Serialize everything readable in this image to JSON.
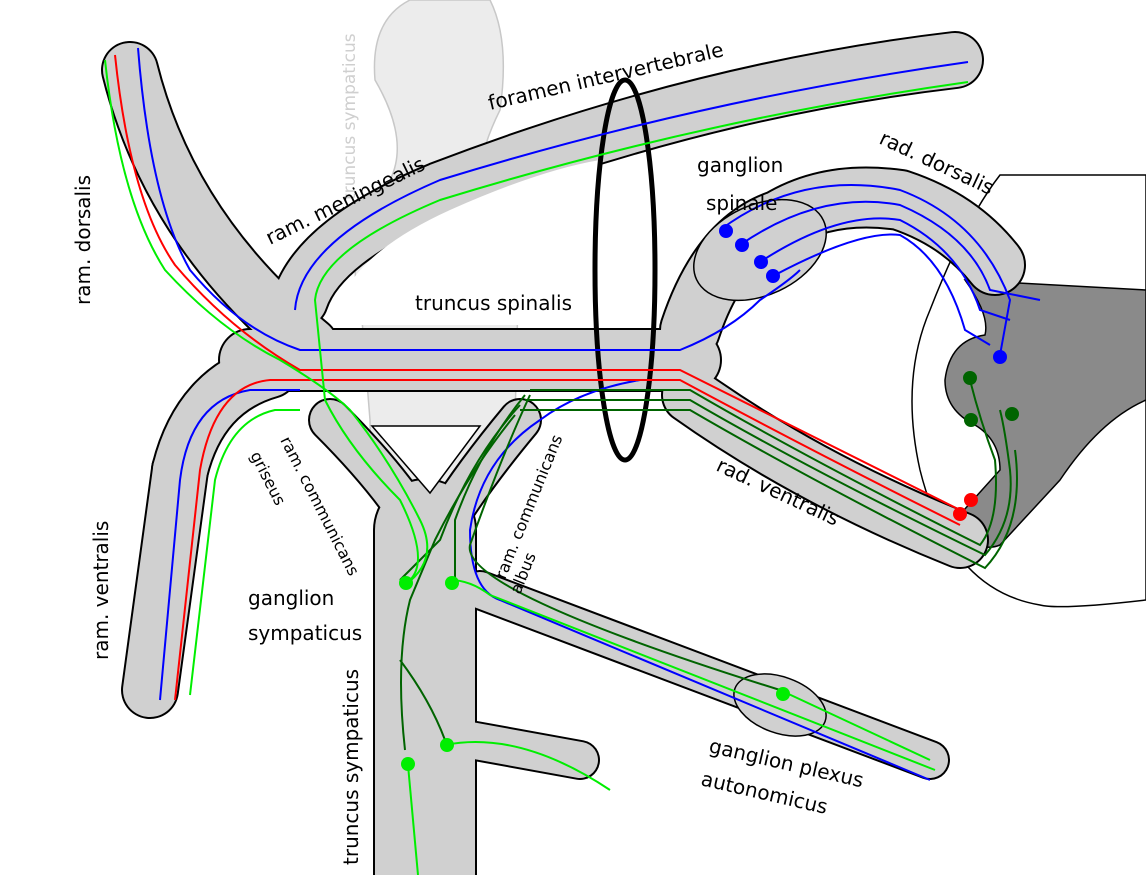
{
  "labels": {
    "foramen": "foramen intervertebrale",
    "ram_meningealis": "ram. meningealis",
    "ram_dorsalis": "ram. dorsalis",
    "ram_ventralis": "ram. ventralis",
    "truncus_spinalis": "truncus spinalis",
    "ganglion_spinale_1": "ganglion",
    "ganglion_spinale_2": "spinale",
    "rad_dorsalis": "rad. dorsalis",
    "rad_ventralis": "rad. ventralis",
    "ram_comm_griseus_1": "ram. communicans",
    "ram_comm_griseus_2": "griseus",
    "ram_comm_albus_1": "ram. communicans",
    "ram_comm_albus_2": "albus",
    "ganglion_sympaticus_1": "ganglion",
    "ganglion_sympaticus_2": "sympaticus",
    "truncus_sympaticus": "truncus sympaticus",
    "truncus_sympaticus_ghost": "truncus sympaticus",
    "ganglion_plexus_1": "ganglion plexus",
    "ganglion_plexus_2": "autonomicus"
  },
  "colors": {
    "nerve_fill": "#d0d0d0",
    "nerve_outline": "#000000",
    "grey_matter": "#8a8a8a",
    "sensory": "#0000ff",
    "motor": "#ff0000",
    "preganglionic": "#006400",
    "postganglionic": "#00ee00",
    "ghost": "#e6e6e6"
  }
}
